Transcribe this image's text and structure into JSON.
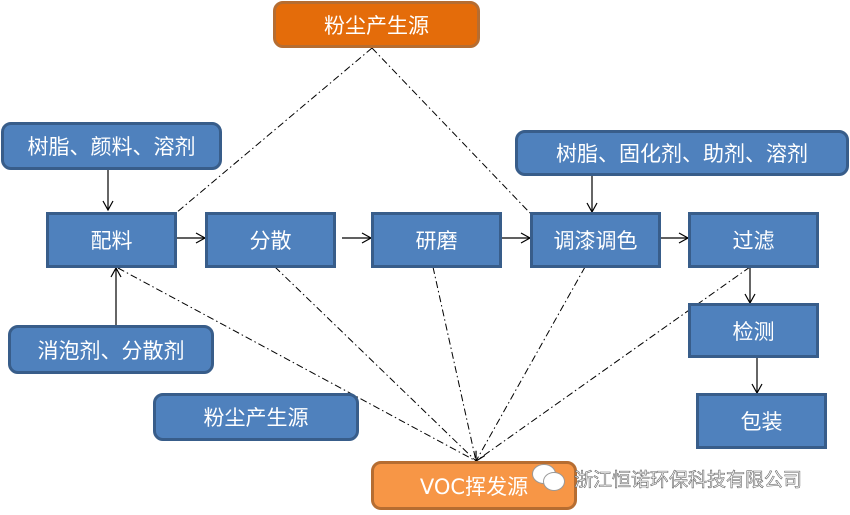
{
  "diagram": {
    "nodes": {
      "dust_top": "粉尘产生源",
      "input_1": "树脂、颜料、溶剂",
      "input_2": "消泡剂、分散剂",
      "input_3": "树脂、固化剂、助剂、溶剂",
      "dust_mid": "粉尘产生源",
      "step_batching": "配料",
      "step_dispersing": "分散",
      "step_grinding": "研磨",
      "step_tinting": "调漆调色",
      "step_filtering": "过滤",
      "step_testing": "检测",
      "step_packing": "包装",
      "voc": "VOC挥发源"
    },
    "colors": {
      "process": "#4f81bd",
      "dust_source": "#e46c0a",
      "voc_source": "#f79646"
    }
  },
  "watermark": {
    "icon": "wechat-icon",
    "text": "浙江恒诺环保科技有限公司"
  }
}
